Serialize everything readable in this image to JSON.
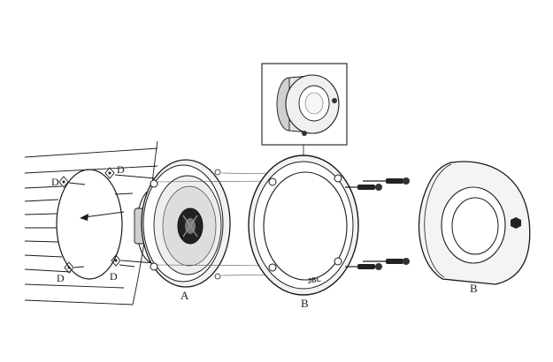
{
  "labels": {
    "part_a": "A",
    "part_b_grille": "B",
    "part_b_cover": "B",
    "screw_d_top_left": "D",
    "screw_d_top_right": "D",
    "screw_d_bottom_left": "D",
    "screw_d_bottom_right": "D"
  },
  "speaker_logo": "JBL",
  "icons": {
    "car_door_panel": "door-panel-lines",
    "mounting_hole": "circular-cutout",
    "speaker": "coaxial-speaker",
    "mounting_ring": "grille-ring",
    "screws": "wood-screw",
    "grille_cover": "speaker-grille",
    "detail_inset": "tweeter-detail"
  },
  "colors": {
    "line": "#1a1a1a",
    "background": "#ffffff"
  }
}
